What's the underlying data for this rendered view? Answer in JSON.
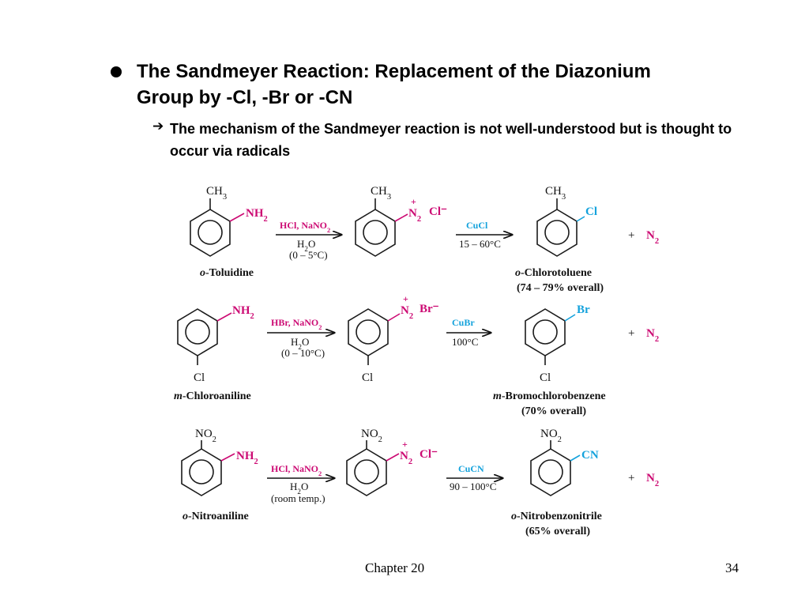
{
  "slide": {
    "title": "The Sandmeyer Reaction: Replacement of the Diazonium Group by -Cl, -Br or -CN",
    "subtitle": "The mechanism of the Sandmeyer reaction is not well-understood but is thought to occur via radicals",
    "arrow_glyph": "➔"
  },
  "scheme": {
    "row1": {
      "start_top_sub": "CH3",
      "start_group": "NH2",
      "start_name_italic": "o",
      "start_name": "-Toluidine",
      "reagent1_top": "HCl, NaNO2",
      "reagent1_b1": "H2O",
      "reagent1_b2": "(0 – 5°C)",
      "mid_top_sub": "CH3",
      "mid_diazo": "N2",
      "mid_plus": "+",
      "mid_counter": "Cl⁻",
      "reagent2_top": "CuCl",
      "reagent2_bottom": "15 – 60°C",
      "prod_top_sub": "CH3",
      "prod_group": "Cl",
      "prod_name_italic": "o",
      "prod_name": "-Chlorotoluene",
      "prod_yield": "(74 – 79% overall)",
      "byproduct_plus": "+",
      "byproduct": "N2"
    },
    "row2": {
      "start_group": "NH2",
      "start_bottom_sub": "Cl",
      "start_name_italic": "m",
      "start_name": "-Chloroaniline",
      "reagent1_top": "HBr, NaNO2",
      "reagent1_b1": "H2O",
      "reagent1_b2": "(0 – 10°C)",
      "mid_bottom_sub": "Cl",
      "mid_diazo": "N2",
      "mid_plus": "+",
      "mid_counter": "Br⁻",
      "reagent2_top": "CuBr",
      "reagent2_bottom": "100°C",
      "prod_group": "Br",
      "prod_bottom_sub": "Cl",
      "prod_name_italic": "m",
      "prod_name": "-Bromochlorobenzene",
      "prod_yield": "(70% overall)",
      "byproduct_plus": "+",
      "byproduct": "N2"
    },
    "row3": {
      "start_top_sub": "NO2",
      "start_group": "NH2",
      "start_name_italic": "o",
      "start_name": "-Nitroaniline",
      "reagent1_top": "HCl, NaNO2",
      "reagent1_b1": "H2O",
      "reagent1_b2": "(room temp.)",
      "mid_top_sub": "NO2",
      "mid_diazo": "N2",
      "mid_plus": "+",
      "mid_counter": "Cl⁻",
      "reagent2_top": "CuCN",
      "reagent2_bottom": "90 – 100°C",
      "prod_top_sub": "NO2",
      "prod_group": "CN",
      "prod_name_italic": "o",
      "prod_name": "-Nitrobenzonitrile",
      "prod_yield": "(65% overall)",
      "byproduct_plus": "+",
      "byproduct": "N2"
    }
  },
  "footer": {
    "chapter": "Chapter 20",
    "page": "34"
  },
  "colors": {
    "amine_and_reagent": "#cc0a73",
    "product_group_and_catalyst": "#14a2dc"
  }
}
